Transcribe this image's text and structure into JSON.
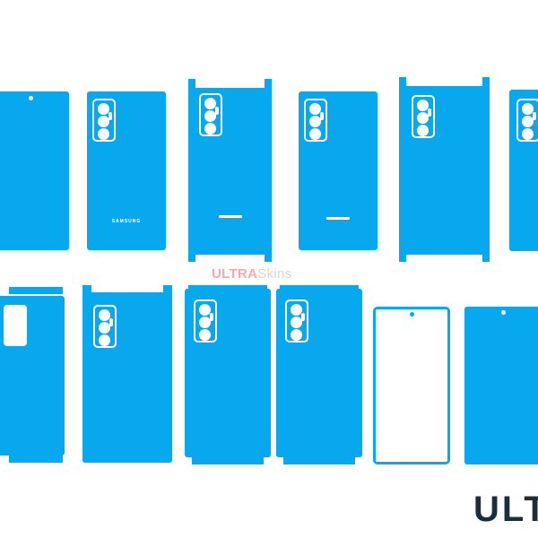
{
  "colors": {
    "skin_fill": "#08a8ee",
    "watermark_gray": "#d8d8d8",
    "watermark_pink": "#f4a8b2",
    "logo_dark": "#1a2e3c"
  },
  "watermark": {
    "brand_part1": "ULTRA",
    "brand_part2": "Skins"
  },
  "logo_text": "ULTRA",
  "back_brand_text": "SAMSUNG",
  "templates": {
    "row1": [
      "front-screen-cut",
      "back-plain",
      "back-wrap-full",
      "back-logo",
      "back-wrap",
      "back-partial"
    ],
    "row2": [
      "side-wrap-window",
      "back-wrap-camera",
      "back-wrap-camera",
      "back-wrap-camera",
      "front-screen-frame",
      "front-screen-full"
    ]
  }
}
